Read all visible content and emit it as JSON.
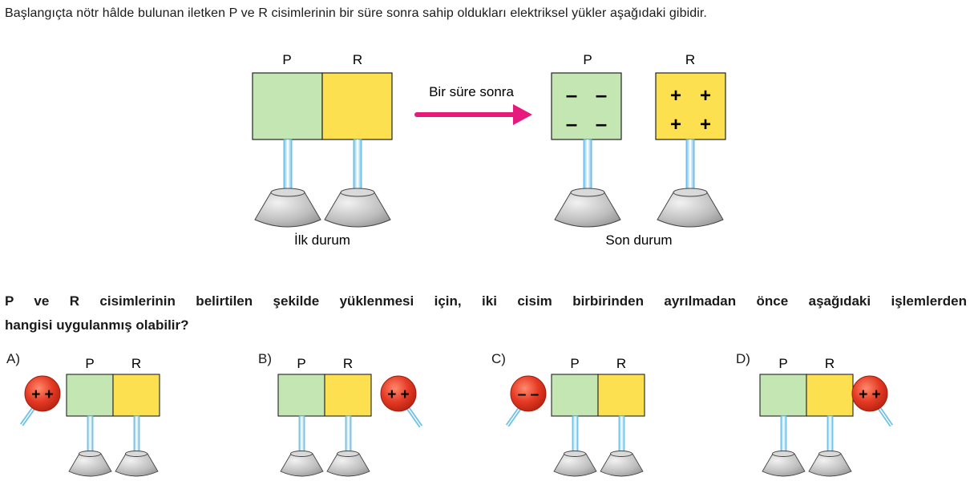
{
  "intro": "Başlangıçta nötr hâlde bulunan iletken P ve R cisimlerinin bir süre sonra sahip oldukları elektriksel yükler aşağıdaki gibidir.",
  "diagram": {
    "label_p": "P",
    "label_r": "R",
    "arrow_label": "Bir süre sonra",
    "initial_caption": "İlk durum",
    "final_caption": "Son durum",
    "p_final_charges": [
      "–",
      "–",
      "–",
      "–"
    ],
    "r_final_charges": [
      "+",
      "+",
      "+",
      "+"
    ]
  },
  "question": {
    "line1": "P ve R cisimlerinin belirtilen şekilde yüklenmesi için, iki cisim birbirinden ayrılmadan önce aşağıdaki işlemlerden",
    "line2": "hangisi uygulanmış olabilir?"
  },
  "options": [
    {
      "letter": "A)",
      "rod_charge": "+ +",
      "side": "left"
    },
    {
      "letter": "B)",
      "rod_charge": "+ +",
      "side": "right"
    },
    {
      "letter": "C)",
      "rod_charge": "– –",
      "side": "left"
    },
    {
      "letter": "D)",
      "rod_charge": "+ +",
      "side": "right"
    }
  ],
  "colors": {
    "p_fill": "#c4e6b3",
    "r_fill": "#fde050",
    "rod_fill": "#e53a25",
    "arrow": "#e6197c",
    "stand": "#9fd6ee"
  }
}
